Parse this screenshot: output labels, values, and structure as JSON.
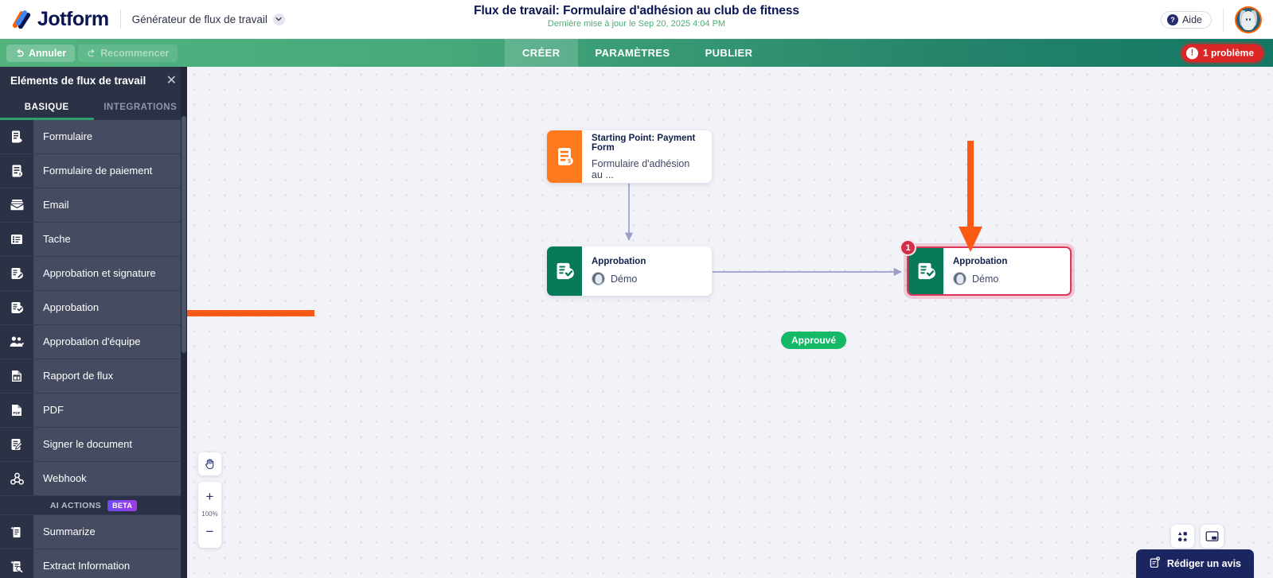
{
  "topbar": {
    "brand": "Jotform",
    "app_name": "Générateur de flux de travail",
    "chevron_icon": "chevron-down-icon",
    "help_label": "Aide",
    "help_icon": "question-circle-icon",
    "avatar_icon": "user-avatar"
  },
  "header": {
    "title": "Flux de travail: Formulaire d'adhésion au club de fitness",
    "subtitle": "Dernière mise à jour le Sep 20, 2025 4:04 PM"
  },
  "navbar": {
    "undo_label": "Annuler",
    "undo_icon": "undo-arrow-icon",
    "redo_label": "Recommencer",
    "redo_icon": "redo-arrow-icon",
    "tabs": [
      {
        "label": "CRÉER",
        "active": true
      },
      {
        "label": "PARAMÈTRES",
        "active": false
      },
      {
        "label": "PUBLIER",
        "active": false
      }
    ],
    "issue_badge": "1 problème",
    "issue_icon": "exclamation-circle-icon"
  },
  "sidebar": {
    "title": "Eléments de flux de travail",
    "close_icon": "close-icon",
    "tabs": [
      {
        "label": "BASIQUE",
        "active": true
      },
      {
        "label": "INTEGRATIONS",
        "active": false
      }
    ],
    "items": [
      {
        "label": "Formulaire",
        "icon": "form-icon"
      },
      {
        "label": "Formulaire de paiement",
        "icon": "payment-form-icon"
      },
      {
        "label": "Email",
        "icon": "email-icon"
      },
      {
        "label": "Tache",
        "icon": "task-list-icon"
      },
      {
        "label": "Approbation et signature",
        "icon": "approval-signature-icon"
      },
      {
        "label": "Approbation",
        "icon": "approval-icon"
      },
      {
        "label": "Approbation d'équipe",
        "icon": "team-approval-icon"
      },
      {
        "label": "Rapport de flux",
        "icon": "report-icon"
      },
      {
        "label": "PDF",
        "icon": "pdf-icon"
      },
      {
        "label": "Signer le document",
        "icon": "sign-document-icon"
      },
      {
        "label": "Webhook",
        "icon": "webhook-icon"
      }
    ],
    "ai_section": {
      "label": "AI ACTIONS",
      "badge": "BETA"
    },
    "ai_items": [
      {
        "label": "Summarize",
        "icon": "summarize-icon"
      },
      {
        "label": "Extract Information",
        "icon": "extract-information-icon"
      }
    ]
  },
  "canvas": {
    "nodes": [
      {
        "id": "start",
        "title": "Starting Point: Payment Form",
        "subtitle": "Formulaire d'adhésion au ...",
        "icon": "payment-form-icon",
        "icon_color": "#ff7a1e"
      },
      {
        "id": "approval-1",
        "title": "Approbation",
        "user": "Démo",
        "icon": "approval-icon",
        "icon_color": "#087a5a"
      },
      {
        "id": "approval-2",
        "title": "Approbation",
        "user": "Démo",
        "icon": "approval-icon",
        "icon_color": "#087a5a",
        "error_count": "1",
        "error_color": "#d32f4a"
      }
    ],
    "edge_label": "Approuvé",
    "edge_label_color": "#14b866",
    "annotations": [
      {
        "name": "arrow-pointing-to-approbation-sidebar-item",
        "color": "#fa5a14",
        "direction": "left"
      },
      {
        "name": "arrow-pointing-to-approbation-node",
        "color": "#fa5a14",
        "direction": "down"
      }
    ],
    "zoom_controls": {
      "hand_icon": "pan-hand-icon",
      "zoom_in": "+",
      "zoom_level": "100%",
      "zoom_out": "−"
    },
    "bottom_tools": [
      {
        "name": "elements-panel-toggle",
        "icon": "shapes-icon"
      },
      {
        "name": "minimap-toggle",
        "icon": "minimap-icon"
      }
    ],
    "feedback_label": "Rédiger un avis",
    "feedback_icon": "feedback-note-icon"
  }
}
